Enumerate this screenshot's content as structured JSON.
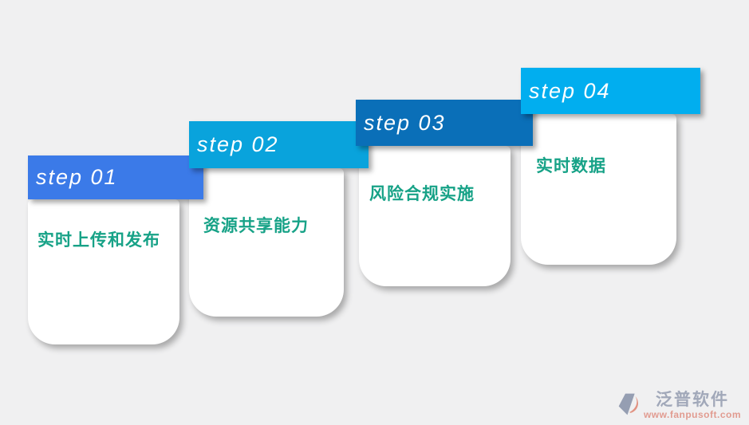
{
  "page": {
    "background_color": "#F0F0F1",
    "banner_text_color": "#FFFFFF",
    "description_text_color": "#17A287"
  },
  "steps": [
    {
      "label": "step 01",
      "description": "实时上传和发布",
      "banner_color": "#3B7AE8"
    },
    {
      "label": "step 02",
      "description": "资源共享能力",
      "banner_color": "#09A3DC"
    },
    {
      "label": "step 03",
      "description": "风险合规实施",
      "banner_color": "#0A6FB8"
    },
    {
      "label": "step 04",
      "description": "实时数据",
      "banner_color": "#01AEEF"
    }
  ],
  "watermark": {
    "title": "泛普软件",
    "url": "www.fanpusoft.com",
    "title_color": "#99A1B4",
    "url_color": "#E09286",
    "icon_gray_color": "#8C96AC",
    "icon_accent_color": "#E08A78"
  }
}
